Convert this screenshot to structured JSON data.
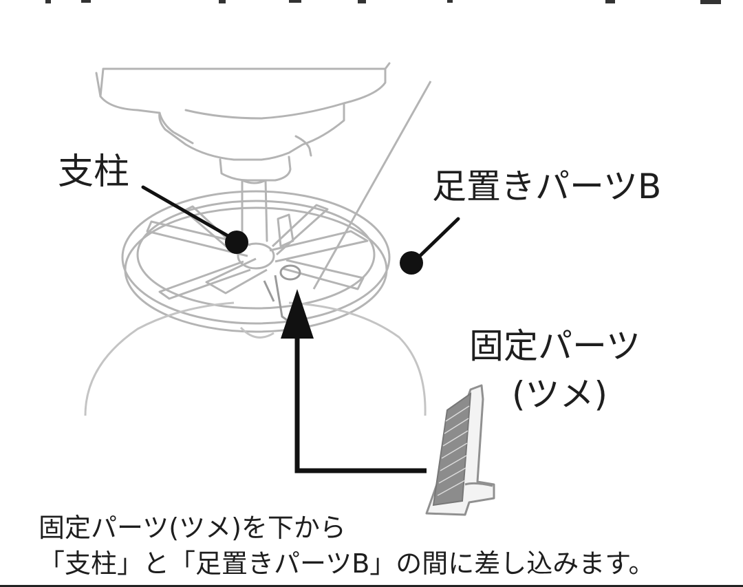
{
  "labels": {
    "pillar": "支柱",
    "footrest_part_b": "足置きパーツB",
    "fixing_part_line1": "固定パーツ",
    "fixing_part_line2": "(ツメ)"
  },
  "caption": {
    "line1": "固定パーツ(ツメ)を下から",
    "line2": "「支柱」と「足置きパーツB」の間に差し込みます。"
  },
  "colors": {
    "sketch": "#b4b4b4",
    "ink": "#111111",
    "text": "#1e1e1e"
  }
}
